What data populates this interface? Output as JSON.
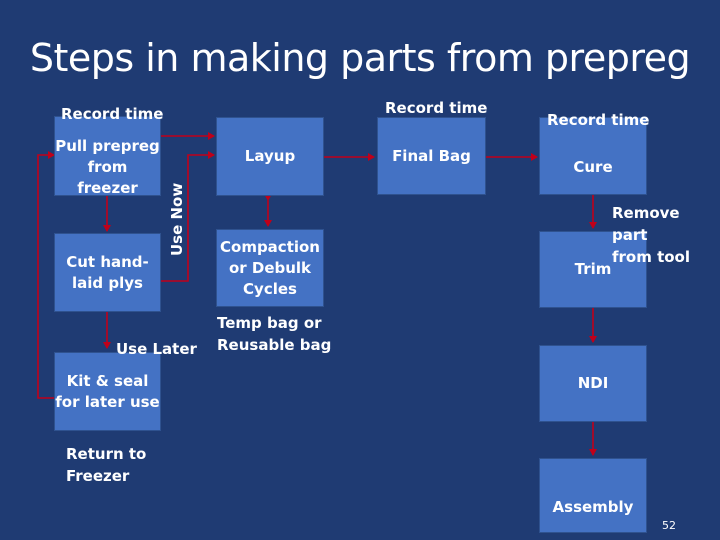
{
  "slide": {
    "title": "Steps in making parts from prepreg",
    "page_number": "52"
  },
  "boxes": {
    "pull": "Pull prepreg\nfrom freezer",
    "cut": "Cut hand-\nlaid plys",
    "kit": "Kit & seal\nfor later use",
    "layup": "Layup",
    "compaction": "Compaction\nor Debulk\nCycles",
    "final_bag": "Final Bag",
    "cure": "Cure",
    "trim": "Trim",
    "ndi": "NDI",
    "assembly": "Assembly"
  },
  "labels": {
    "record_time_1": "Record  time",
    "record_time_2": "Record  time",
    "record_time_3": "Record  time",
    "use_now": "Use  Now",
    "use_later": "Use  Later",
    "return_freezer": "Return to\nFreezer",
    "temp_bag": "Temp bag or\nReusable bag",
    "remove_part": "Remove part\nfrom tool"
  },
  "colors": {
    "background": "#1f3b73",
    "box_fill": "#4472c4",
    "arrow": "#c0001a"
  }
}
